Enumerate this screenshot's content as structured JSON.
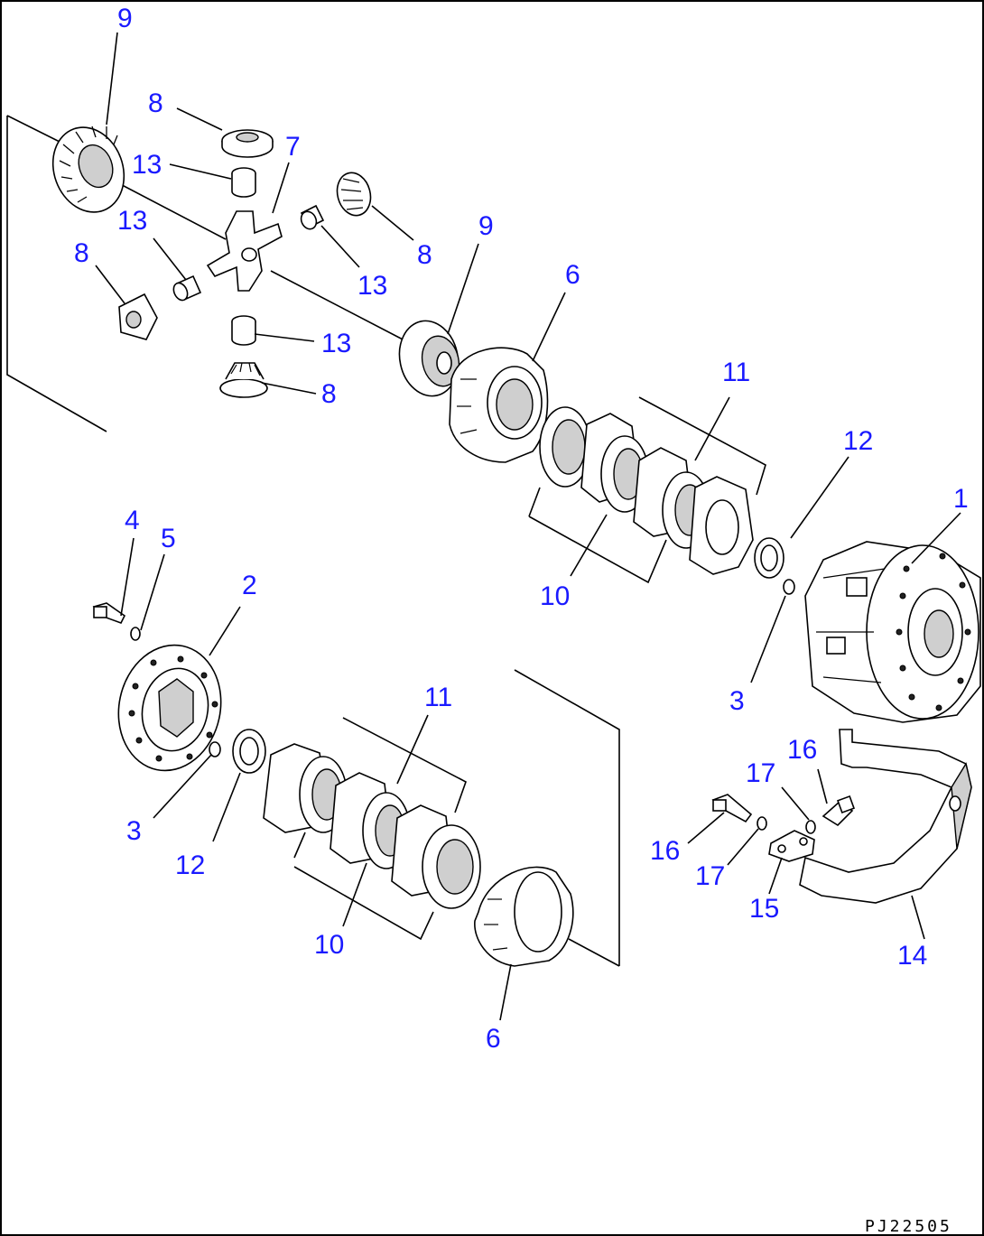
{
  "drawing_code": "PJ22505",
  "callouts": [
    {
      "id": "c9a",
      "label": "9"
    },
    {
      "id": "c8a",
      "label": "8"
    },
    {
      "id": "c13a",
      "label": "13"
    },
    {
      "id": "c7",
      "label": "7"
    },
    {
      "id": "c13b",
      "label": "13"
    },
    {
      "id": "c8b",
      "label": "8"
    },
    {
      "id": "c8c",
      "label": "8"
    },
    {
      "id": "c13c",
      "label": "13"
    },
    {
      "id": "c13d",
      "label": "13"
    },
    {
      "id": "c8d",
      "label": "8"
    },
    {
      "id": "c9b",
      "label": "9"
    },
    {
      "id": "c6a",
      "label": "6"
    },
    {
      "id": "c11a",
      "label": "11"
    },
    {
      "id": "c12a",
      "label": "12"
    },
    {
      "id": "c1",
      "label": "1"
    },
    {
      "id": "c10a",
      "label": "10"
    },
    {
      "id": "c3a",
      "label": "3"
    },
    {
      "id": "c4",
      "label": "4"
    },
    {
      "id": "c5",
      "label": "5"
    },
    {
      "id": "c2",
      "label": "2"
    },
    {
      "id": "c11b",
      "label": "11"
    },
    {
      "id": "c3b",
      "label": "3"
    },
    {
      "id": "c12b",
      "label": "12"
    },
    {
      "id": "c10b",
      "label": "10"
    },
    {
      "id": "c6b",
      "label": "6"
    },
    {
      "id": "c16a",
      "label": "16"
    },
    {
      "id": "c17a",
      "label": "17"
    },
    {
      "id": "c16b",
      "label": "16"
    },
    {
      "id": "c17b",
      "label": "17"
    },
    {
      "id": "c15",
      "label": "15"
    },
    {
      "id": "c14",
      "label": "14"
    }
  ]
}
